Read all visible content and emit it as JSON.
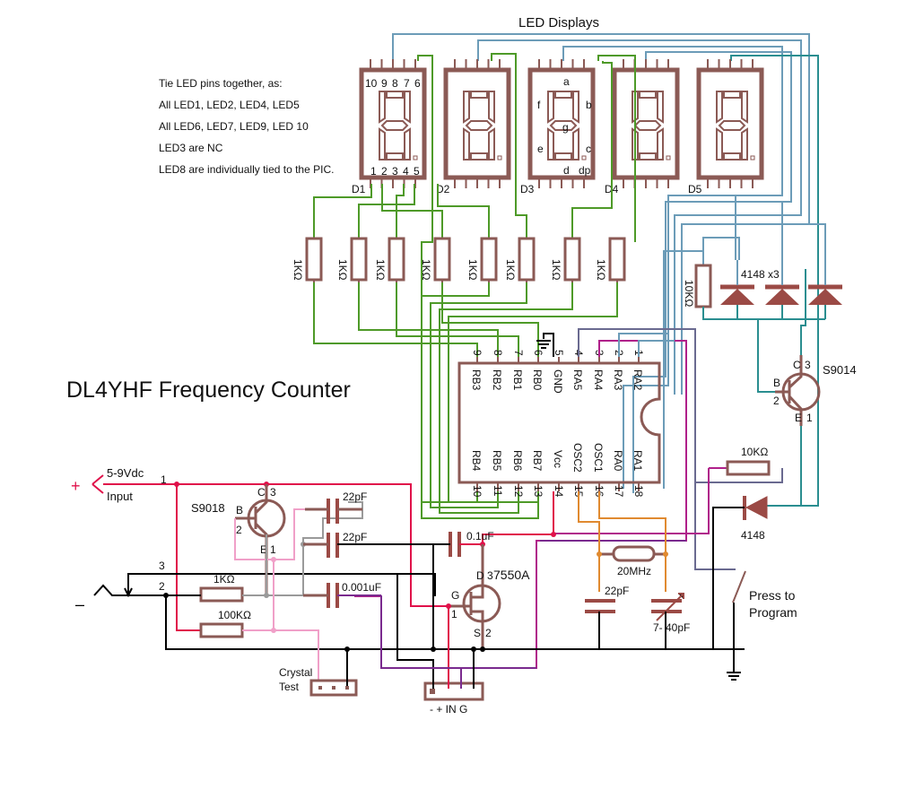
{
  "title": "DL4YHF Frequency Counter",
  "led_section": {
    "title": "LED Displays",
    "notes": [
      "Tie LED pins together, as:",
      "All LED1, LED2, LED4, LED5",
      "All LED6, LED7, LED9, LED 10",
      "LED3 are NC",
      "LED8 are individually tied to the PIC."
    ],
    "displays": [
      "D1",
      "D2",
      "D3",
      "D4",
      "D5"
    ],
    "d1_top_pins": [
      "10",
      "9",
      "8",
      "7",
      "6"
    ],
    "d1_bottom_pins": [
      "1",
      "2",
      "3",
      "4",
      "5"
    ],
    "d3_segments": {
      "a": "a",
      "b": "b",
      "c": "c",
      "d": "d",
      "e": "e",
      "f": "f",
      "g": "g",
      "dp": "dp"
    }
  },
  "resistors": {
    "segment": [
      "1KΩ",
      "1KΩ",
      "1KΩ",
      "1KΩ",
      "1KΩ",
      "1KΩ",
      "1KΩ",
      "1KΩ"
    ],
    "pullup_10k": "10KΩ",
    "r_10k_prog": "10KΩ",
    "r_1k_input": "1KΩ",
    "r_100k": "100KΩ"
  },
  "pic": {
    "top_pins": [
      {
        "num": "9",
        "name": "RB3"
      },
      {
        "num": "8",
        "name": "RB2"
      },
      {
        "num": "7",
        "name": "RB1"
      },
      {
        "num": "6",
        "name": "RB0"
      },
      {
        "num": "5",
        "name": "GND"
      },
      {
        "num": "4",
        "name": "RA5"
      },
      {
        "num": "3",
        "name": "RA4"
      },
      {
        "num": "2",
        "name": "RA3"
      },
      {
        "num": "1",
        "name": "RA2"
      }
    ],
    "bottom_pins": [
      {
        "num": "10",
        "name": "RB4"
      },
      {
        "num": "11",
        "name": "RB5"
      },
      {
        "num": "12",
        "name": "RB6"
      },
      {
        "num": "13",
        "name": "RB7"
      },
      {
        "num": "14",
        "name": "Vcc"
      },
      {
        "num": "15",
        "name": "OSC2"
      },
      {
        "num": "16",
        "name": "OSC1"
      },
      {
        "num": "17",
        "name": "RA0"
      },
      {
        "num": "18",
        "name": "RA1"
      }
    ]
  },
  "diodes": {
    "array_label": "4148 x3",
    "single_label": "4148"
  },
  "transistors": {
    "q_digit": {
      "name": "S9014",
      "c": "C",
      "c_pin": "3",
      "b": "B",
      "b_pin": "2",
      "e": "E",
      "e_pin": "1"
    },
    "q_input": {
      "name": "S9018",
      "c": "C",
      "c_pin": "3",
      "b": "B",
      "b_pin": "2",
      "e": "E",
      "e_pin": "1"
    },
    "regulator": {
      "name": "7550A",
      "d": "D",
      "d_pin": "3",
      "g": "G",
      "g_pin": "1",
      "s": "S",
      "s_pin": "2"
    }
  },
  "capacitors": {
    "c1": "22pF",
    "c2": "22pF",
    "c3": "0.001uF",
    "c4": "0.1uF",
    "c5": "22pF",
    "trimmer": "7-  40pF"
  },
  "crystal": "20MHz",
  "power": {
    "plus": "+",
    "minus": "–",
    "label1": "5-9Vdc",
    "label2": "Input",
    "node1": "1",
    "node2": "2",
    "node3": "3"
  },
  "connectors": {
    "crystal_test_1": "Crystal",
    "crystal_test_2": "Test",
    "header_labels": "-  + IN  G"
  },
  "switch": {
    "label1": "Press to",
    "label2": "Program"
  }
}
